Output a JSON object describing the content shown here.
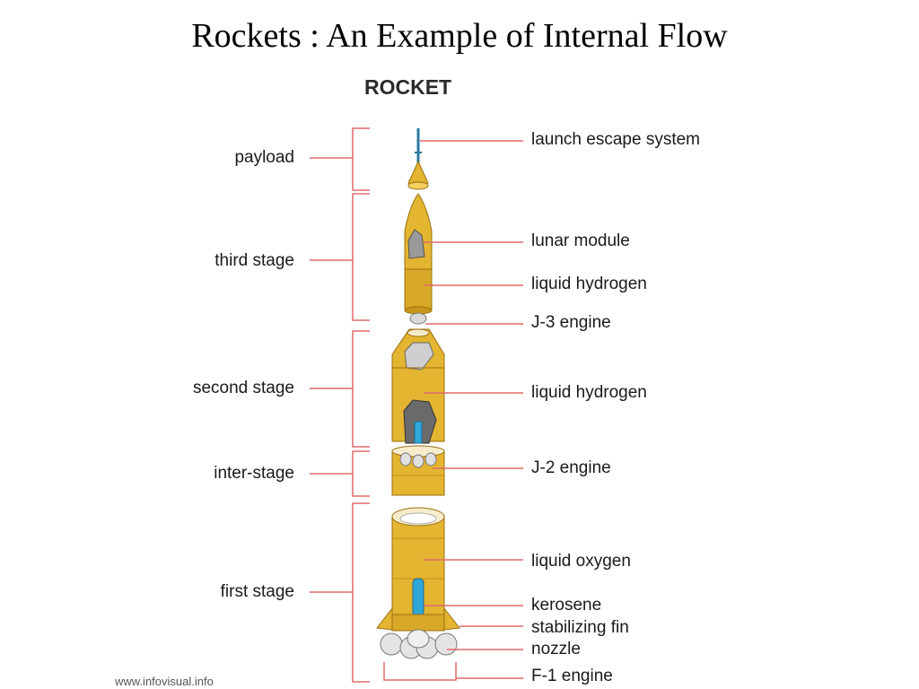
{
  "slide": {
    "title": "Rockets : An Example of Internal Flow"
  },
  "diagram": {
    "title": "ROCKET",
    "stages": [
      {
        "key": "payload",
        "label": "payload"
      },
      {
        "key": "third",
        "label": "third stage"
      },
      {
        "key": "second",
        "label": "second stage"
      },
      {
        "key": "inter",
        "label": "inter-stage"
      },
      {
        "key": "first",
        "label": "first stage"
      }
    ],
    "components": [
      {
        "key": "les",
        "label": "launch escape system"
      },
      {
        "key": "lm",
        "label": "lunar module"
      },
      {
        "key": "lh2a",
        "label": "liquid hydrogen"
      },
      {
        "key": "j3",
        "label": "J-3 engine"
      },
      {
        "key": "lh2b",
        "label": "liquid hydrogen"
      },
      {
        "key": "j2",
        "label": "J-2 engine"
      },
      {
        "key": "lox",
        "label": "liquid oxygen"
      },
      {
        "key": "kero",
        "label": "kerosene"
      },
      {
        "key": "fin",
        "label": "stabilizing fin"
      },
      {
        "key": "nozzle",
        "label": "nozzle"
      },
      {
        "key": "f1",
        "label": "F-1 engine"
      }
    ],
    "credit": "www.infovisual.info",
    "colors": {
      "leader_line": "#e06a6a",
      "rocket_body": "#e3b530",
      "rocket_shade": "#b8861a",
      "engine_gray": "#d8d8d8",
      "fuel_blue": "#2fa8d8"
    }
  }
}
